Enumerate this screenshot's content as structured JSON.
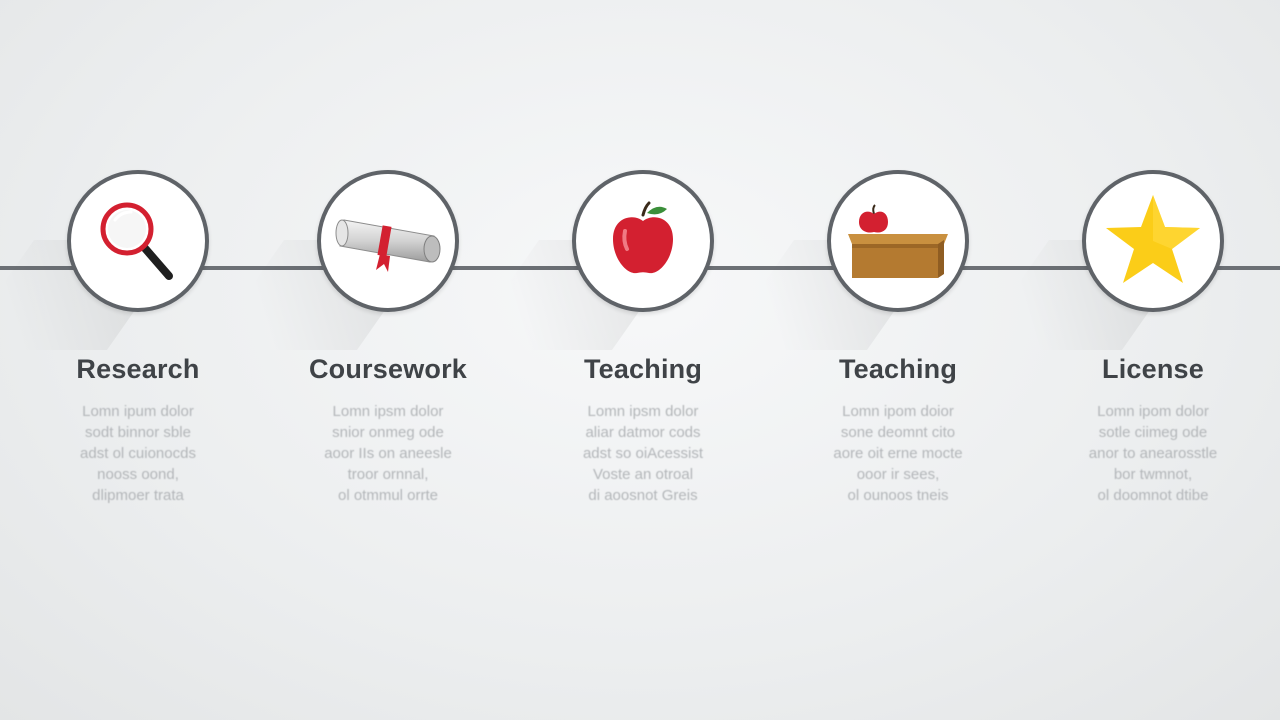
{
  "steps": [
    {
      "title": "Research",
      "icon": "magnifying-glass-icon",
      "text": "Lomn ipum dolor\nsodt binnor sble\nadst ol cuionocds\nnooss oond,\ndlipmoer trata"
    },
    {
      "title": "Coursework",
      "icon": "diploma-scroll-icon",
      "text": "Lomn ipsm dolor\nsnior onmeg ode\naoor IIs on aneesle\ntroor ornnal,\nol otmmul orrte"
    },
    {
      "title": "Teaching",
      "icon": "apple-icon",
      "text": "Lomn ipsm dolor\naliar datmor cods\nadst so oiAcessist\nVoste an otroal\ndi aoosnot Greis"
    },
    {
      "title": "Teaching",
      "icon": "teacher-desk-icon",
      "text": "Lomn ipom doior\nsone deomnt cito\naore oit erne mocte\nooor ir sees,\nol ounoos tneis"
    },
    {
      "title": "License",
      "icon": "star-icon",
      "text": "Lomn ipom dolor\nsotle ciimeg ode\nanor to anearosstle\nbor twmnot,\nol doomnot dtibe"
    }
  ],
  "colors": {
    "accent_red": "#d32030",
    "star_yellow": "#fbcd18",
    "line_gray": "#6c7075",
    "title_gray": "#3f4347"
  }
}
